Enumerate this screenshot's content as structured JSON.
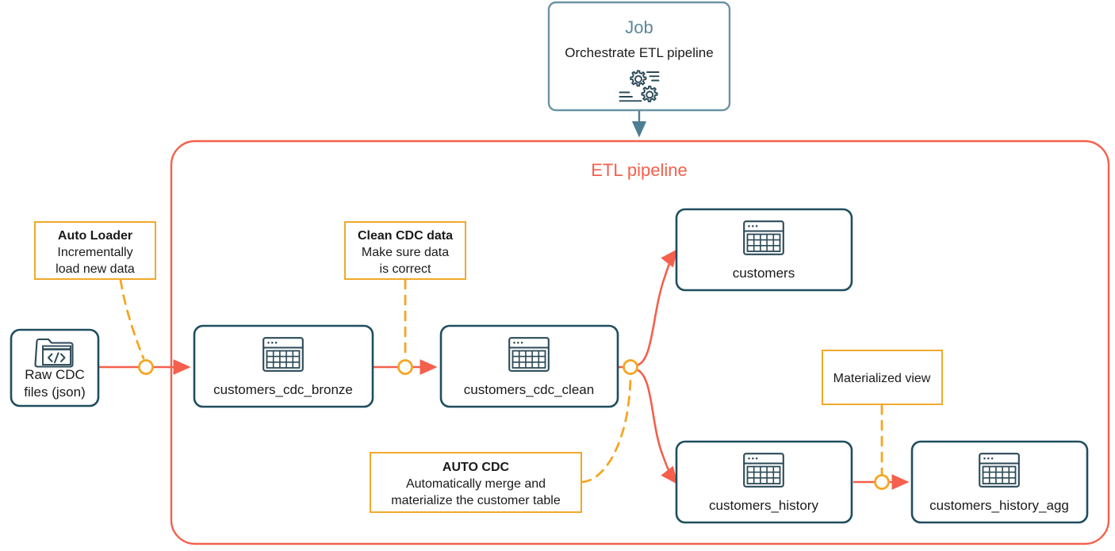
{
  "diagram": {
    "title": "ETL pipeline diagram",
    "colors": {
      "node_border": "#1F4E5F",
      "job_border": "#6B93A5",
      "job_title": "#5E8799",
      "pipeline_border": "#F4604D",
      "pipeline_label": "#F4604D",
      "flow_arrow": "#F4604D",
      "node_dot": "#F5A623",
      "annotation_border": "#F0A92B",
      "text": "#1a1a1a",
      "background": "#ffffff"
    }
  },
  "job": {
    "title": "Job",
    "subtitle": "Orchestrate ETL pipeline",
    "icon": "gears-icon"
  },
  "pipeline": {
    "label": "ETL pipeline"
  },
  "nodes": [
    {
      "id": "raw-cdc-files",
      "label_line1": "Raw CDC",
      "label_line2": "files (json)",
      "icon": "folder-code-icon"
    },
    {
      "id": "customers-cdc-bronze",
      "label": "customers_cdc_bronze",
      "icon": "table-icon"
    },
    {
      "id": "customers-cdc-clean",
      "label": "customers_cdc_clean",
      "icon": "table-icon"
    },
    {
      "id": "customers",
      "label": "customers",
      "icon": "table-icon"
    },
    {
      "id": "customers-history",
      "label": "customers_history",
      "icon": "table-icon"
    },
    {
      "id": "customers-history-agg",
      "label": "customers_history_agg",
      "icon": "table-icon"
    }
  ],
  "annotations": [
    {
      "id": "auto-loader",
      "lines": [
        "Auto Loader",
        "Incrementally",
        "load new data"
      ],
      "bold_first": true
    },
    {
      "id": "clean-cdc-data",
      "lines": [
        "Clean CDC data",
        "Make sure data",
        "is correct"
      ],
      "bold_first": true
    },
    {
      "id": "auto-cdc",
      "lines": [
        "AUTO CDC",
        "Automatically merge and",
        "materialize the customer table"
      ],
      "bold_first": true
    },
    {
      "id": "materialized-view",
      "lines": [
        "Materialized view"
      ],
      "bold_first": false
    }
  ]
}
